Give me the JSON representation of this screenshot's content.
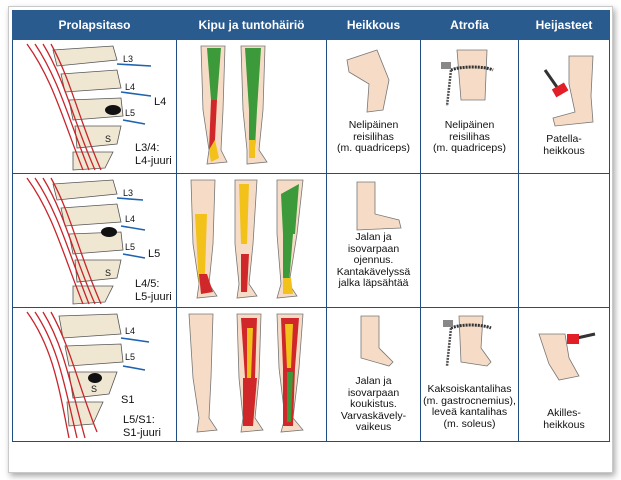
{
  "headers": {
    "prolapse": "Prolapsitaso",
    "pain": "Kipu ja tuntohäiriö",
    "weakness": "Heikkous",
    "atrophy": "Atrofia",
    "reflex": "Heijasteet"
  },
  "rows": [
    {
      "vertebra_labels": [
        "L3",
        "L4",
        "L5",
        "S"
      ],
      "root_label": "L4",
      "level_line1": "L3/4:",
      "level_line2": "L4-juuri",
      "weakness": [
        "Nelipäinen",
        "reisilihas",
        "(m. quadriceps)"
      ],
      "atrophy": [
        "Nelipäinen",
        "reisilihas",
        "(m. quadriceps)"
      ],
      "reflex": [
        "Patella-",
        "heikkous"
      ]
    },
    {
      "vertebra_labels": [
        "L3",
        "L4",
        "L5",
        "S"
      ],
      "root_label": "L5",
      "level_line1": "L4/5:",
      "level_line2": "L5-juuri",
      "weakness": [
        "Jalan ja",
        "isovarpaan",
        "ojennus.",
        "Kantakävelyssä",
        "jalka läpsähtää"
      ],
      "atrophy": [],
      "reflex": []
    },
    {
      "vertebra_labels": [
        "L4",
        "L5",
        "S"
      ],
      "root_label": "S1",
      "level_line1": "L5/S1:",
      "level_line2": "S1-juuri",
      "weakness": [
        "Jalan ja",
        "isovarpaan",
        "koukistus.",
        "Varvaskävely-",
        "vaikeus"
      ],
      "atrophy": [
        "Kaksoiskantalihas",
        "(m. gastrocnemius),",
        "leveä kantalihas",
        "(m. soleus)"
      ],
      "reflex": [
        "Akilles-",
        "heikkous"
      ]
    }
  ],
  "colors": {
    "header_bg": "#2a5b8f",
    "border": "#1f4f82",
    "skin": "#f6dcc6",
    "vertebra": "#efe7d2",
    "nerve_red": "#c8242b",
    "nerve_blue": "#1d63b0",
    "green": "#3c9a3a",
    "yellow": "#f2c21a",
    "red": "#d0282a",
    "hammer": "#e21f26"
  }
}
